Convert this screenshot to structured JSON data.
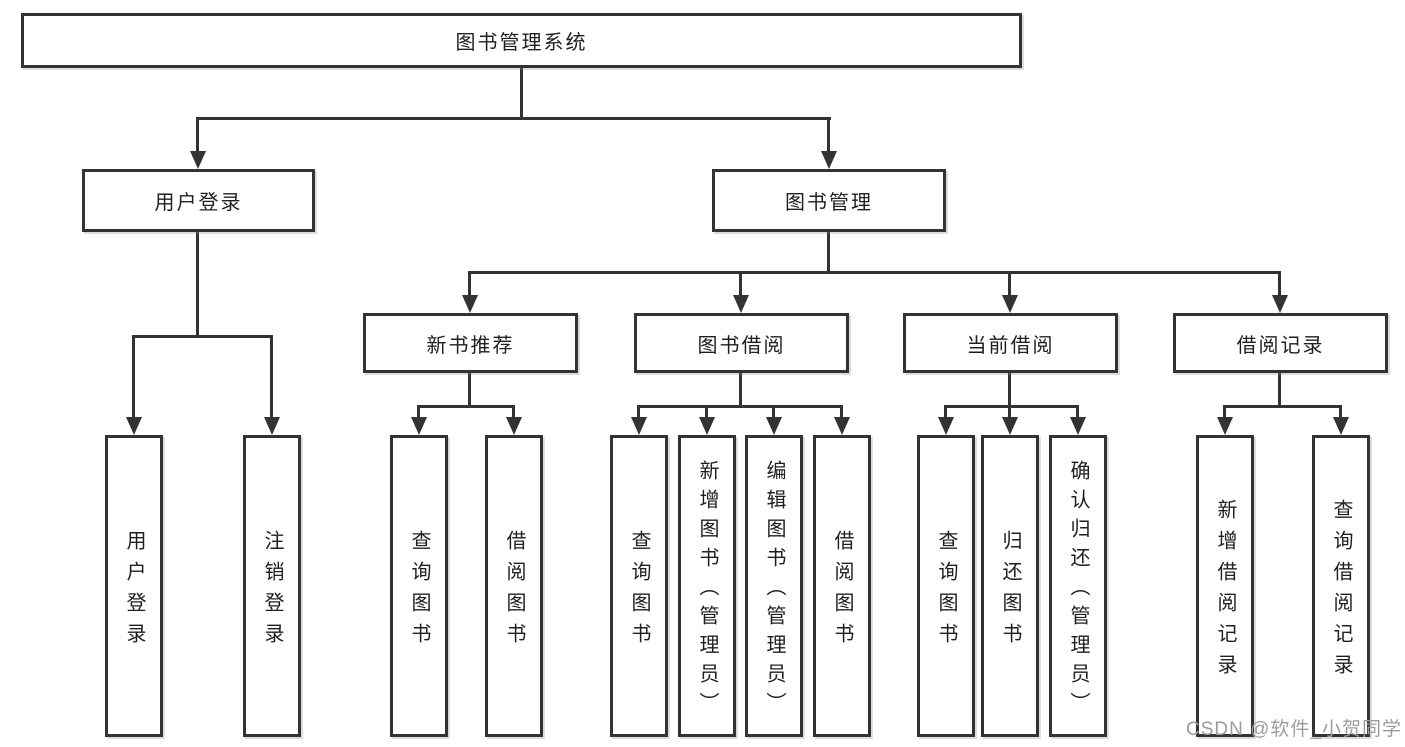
{
  "diagram": {
    "type": "tree",
    "title": "图书管理系统",
    "watermark": "CSDN @软件_小贺同学",
    "colors": {
      "background": "#ffffff",
      "box_border": "#333333",
      "line": "#333333",
      "text": "#1f1f1f",
      "watermark": "#9c9c9c"
    },
    "nodes": {
      "root": {
        "label": "图书管理系统"
      },
      "user_login": {
        "label": "用户登录"
      },
      "book_management": {
        "label": "图书管理"
      },
      "new_book_recommend": {
        "label": "新书推荐"
      },
      "book_borrow": {
        "label": "图书借阅"
      },
      "current_borrow": {
        "label": "当前借阅"
      },
      "borrow_record": {
        "label": "借阅记录"
      },
      "leaf_user_login": {
        "label": "用户登录"
      },
      "leaf_logout": {
        "label": "注销登录"
      },
      "leaf_nbr_query": {
        "label": "查询图书"
      },
      "leaf_nbr_borrow": {
        "label": "借阅图书"
      },
      "leaf_bb_query": {
        "label": "查询图书"
      },
      "leaf_bb_add": {
        "label": "新增图书（管理员）"
      },
      "leaf_bb_edit": {
        "label": "编辑图书（管理员）"
      },
      "leaf_bb_borrow": {
        "label": "借阅图书"
      },
      "leaf_cb_query": {
        "label": "查询图书"
      },
      "leaf_cb_return": {
        "label": "归还图书"
      },
      "leaf_cb_confirm": {
        "label": "确认归还（管理员）"
      },
      "leaf_br_add": {
        "label": "新增借阅记录"
      },
      "leaf_br_query": {
        "label": "查询借阅记录"
      }
    },
    "edges": [
      {
        "from": "图书管理系统",
        "to": [
          "用户登录",
          "图书管理"
        ]
      },
      {
        "from": "用户登录",
        "to": [
          "用户登录",
          "注销登录"
        ]
      },
      {
        "from": "图书管理",
        "to": [
          "新书推荐",
          "图书借阅",
          "当前借阅",
          "借阅记录"
        ]
      },
      {
        "from": "新书推荐",
        "to": [
          "查询图书",
          "借阅图书"
        ]
      },
      {
        "from": "图书借阅",
        "to": [
          "查询图书",
          "新增图书（管理员）",
          "编辑图书（管理员）",
          "借阅图书"
        ]
      },
      {
        "from": "当前借阅",
        "to": [
          "查询图书",
          "归还图书",
          "确认归还（管理员）"
        ]
      },
      {
        "from": "借阅记录",
        "to": [
          "新增借阅记录",
          "查询借阅记录"
        ]
      }
    ]
  }
}
